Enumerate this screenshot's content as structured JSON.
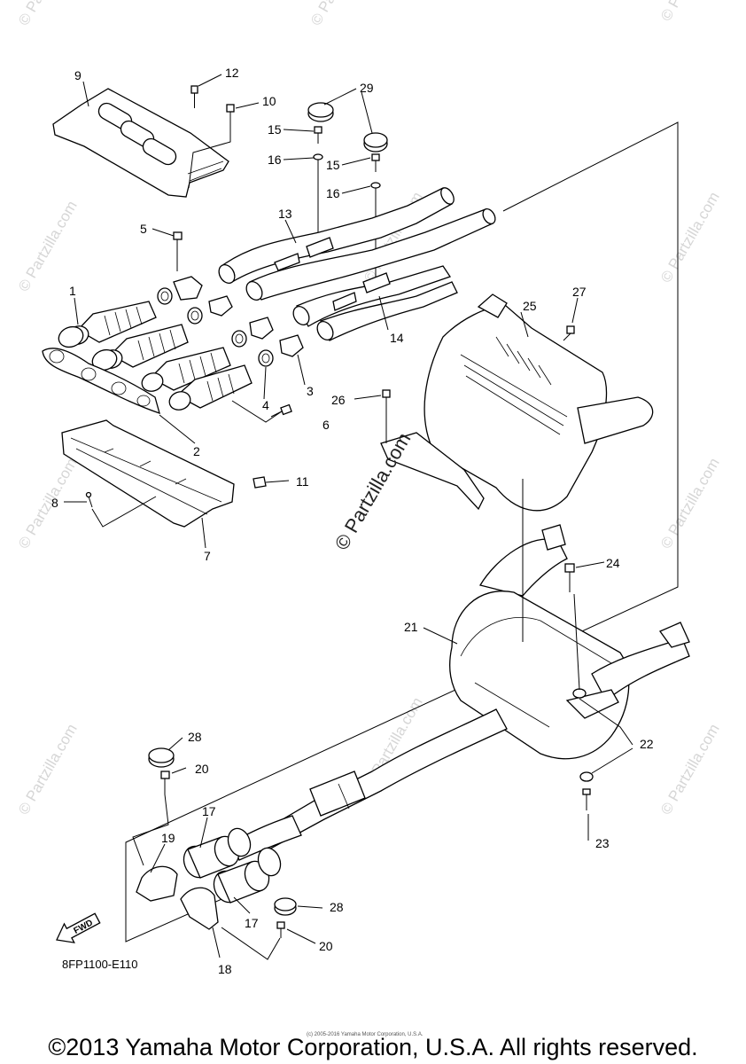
{
  "callouts": {
    "c1": "1",
    "c2": "2",
    "c3": "3",
    "c4": "4",
    "c5": "5",
    "c6": "6",
    "c7": "7",
    "c8": "8",
    "c9": "9",
    "c10": "10",
    "c11": "11",
    "c12": "12",
    "c13": "13",
    "c14": "14",
    "c15a": "15",
    "c15b": "15",
    "c16a": "16",
    "c16b": "16",
    "c17a": "17",
    "c17b": "17",
    "c18": "18",
    "c19": "19",
    "c20a": "20",
    "c20b": "20",
    "c21": "21",
    "c22": "22",
    "c23": "23",
    "c24": "24",
    "c25": "25",
    "c26": "26",
    "c27": "27",
    "c28a": "28",
    "c28b": "28",
    "c29": "29"
  },
  "watermark": {
    "text": "© Partzilla.com",
    "center_text": "© Partzilla.com"
  },
  "fwd_label": "FWD",
  "diagram_code": "8FP1100-E110",
  "small_notice": "(c) 2005-2016 Yamaha Motor Corporation, U.S.A.",
  "footer": {
    "copyright": "©2013 Yamaha Motor Corporation, U.S.A. All rights reserved."
  }
}
